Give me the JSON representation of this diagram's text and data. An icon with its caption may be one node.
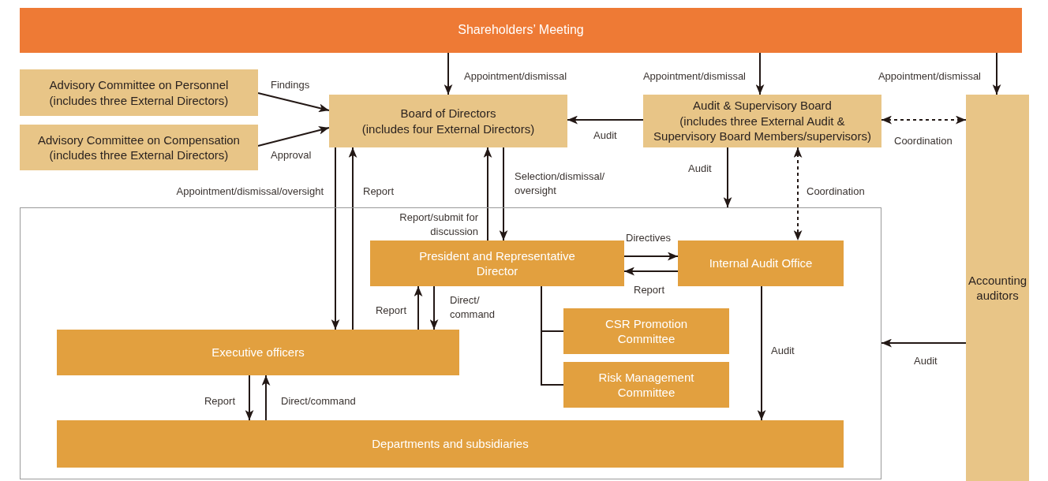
{
  "diagram": {
    "nodes": [
      {
        "text": [
          "Shareholders’ Meeting"
        ]
      },
      {
        "text": [
          "Advisory Committee on Personnel",
          "(includes three External Directors)"
        ]
      },
      {
        "text": [
          "Advisory Committee on Compensation",
          "(includes three External Directors)"
        ]
      },
      {
        "text": [
          "Board of Directors",
          "(includes four External Directors)"
        ]
      },
      {
        "text": [
          "Audit & Supervisory Board",
          "(includes three External Audit & Supervisory Board Members/supervisors)"
        ]
      },
      {
        "text": [
          "Accounting auditors"
        ]
      },
      {
        "text": [],
        "shape": "box"
      },
      {
        "text": [
          "President and Representative Director"
        ],
        "in": 6
      },
      {
        "text": [
          "Internal Audit Office"
        ],
        "in": 6
      },
      {
        "text": [
          "CSR Promotion Committee"
        ],
        "in": 6
      },
      {
        "text": [
          "Risk Management Committee"
        ],
        "in": 6
      },
      {
        "text": [
          "Executive officers"
        ],
        "in": 6
      },
      {
        "text": [
          "Departments and subsidiaries"
        ],
        "in": 6
      }
    ],
    "edges": [
      {
        "from": 0,
        "to": 3,
        "arrow": "to",
        "label": "Appointment/dismissal"
      },
      {
        "from": 0,
        "to": 4,
        "arrow": "to",
        "label": "Appointment/dismissal"
      },
      {
        "from": 0,
        "to": 5,
        "arrow": "to",
        "label": "Appointment/dismissal"
      },
      {
        "from": 1,
        "to": 3,
        "arrow": "to",
        "label": "Findings"
      },
      {
        "from": 2,
        "to": 3,
        "arrow": "to",
        "label": "Approval"
      },
      {
        "from": 4,
        "to": 3,
        "arrow": "to",
        "label": "Audit"
      },
      {
        "from": 4,
        "to": 5,
        "arrow": "both",
        "style": "dashed",
        "label": "Coordination"
      },
      {
        "from": 4,
        "to": 6,
        "arrow": "to",
        "label": "Audit"
      },
      {
        "from": 4,
        "to": 8,
        "arrow": "both",
        "style": "dashed",
        "label": "Coordination"
      },
      {
        "from": 3,
        "to": 11,
        "arrow": "to",
        "label": "Appointment/dismissal/oversight"
      },
      {
        "from": 11,
        "to": 3,
        "arrow": "to",
        "label": "Report"
      },
      {
        "from": 7,
        "to": 3,
        "arrow": "to",
        "label": "Report/submit for discussion"
      },
      {
        "from": 3,
        "to": 7,
        "arrow": "to",
        "label": "Selection/dismissal/ oversight"
      },
      {
        "from": 7,
        "to": 8,
        "arrow": "to",
        "label": "Directives"
      },
      {
        "from": 8,
        "to": 7,
        "arrow": "to",
        "label": "Report"
      },
      {
        "from": 11,
        "to": 7,
        "arrow": "to",
        "label": "Report"
      },
      {
        "from": 7,
        "to": 11,
        "arrow": "to",
        "label": "Direct/ command"
      },
      {
        "from": 7,
        "to": 9,
        "arrow": "none"
      },
      {
        "from": 7,
        "to": 10,
        "arrow": "none"
      },
      {
        "from": 8,
        "to": 12,
        "arrow": "to",
        "label": "Audit"
      },
      {
        "from": 5,
        "to": 6,
        "arrow": "to",
        "label": "Audit"
      },
      {
        "from": 11,
        "to": 12,
        "arrow": "to",
        "label": "Report"
      },
      {
        "from": 12,
        "to": 11,
        "arrow": "to",
        "label": "Direct/command"
      }
    ]
  }
}
